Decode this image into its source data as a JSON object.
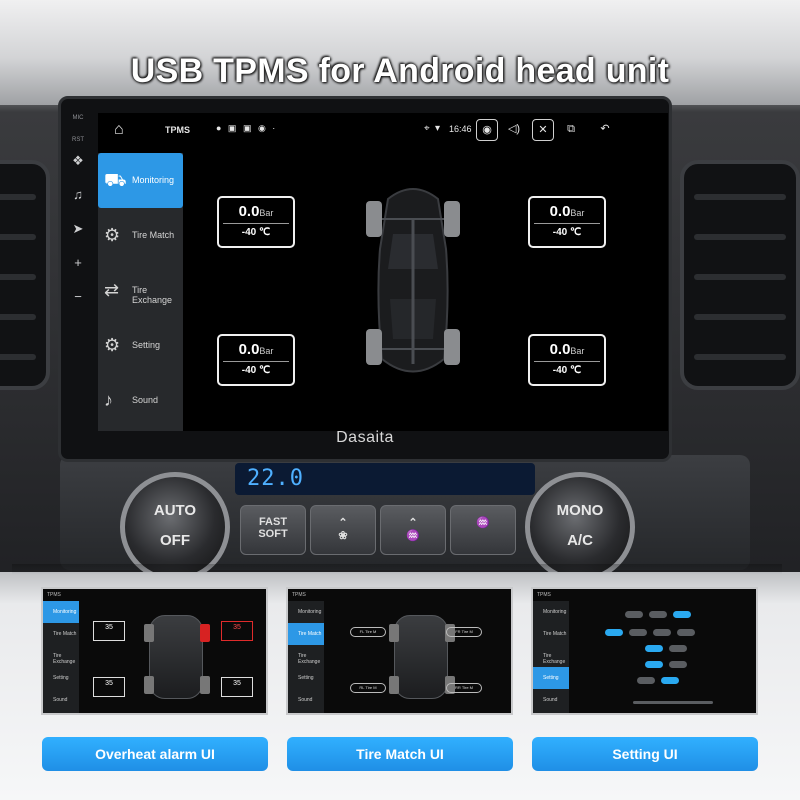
{
  "headline": "USB TPMS for Android head unit",
  "brand": "Dasaita",
  "side_controls": {
    "mic": "MIC",
    "rst": "RST",
    "plus": "+",
    "minus": "−"
  },
  "status_bar": {
    "app_title": "TPMS",
    "time": "16:46",
    "notification_icons": "● ▣ ▣ ◉ ·"
  },
  "menu": [
    {
      "label": "Monitoring",
      "icon": "car-icon",
      "glyph": "⛟",
      "active": true
    },
    {
      "label": "Tire Match",
      "icon": "tire-icon",
      "glyph": "⚙",
      "active": false
    },
    {
      "label": "Tire Exchange",
      "icon": "tire-exchange-icon",
      "glyph": "⇄",
      "active": false
    },
    {
      "label": "Setting",
      "icon": "gear-icon",
      "glyph": "⚙",
      "active": false
    },
    {
      "label": "Sound",
      "icon": "speaker-icon",
      "glyph": "🔈",
      "active": false
    }
  ],
  "tires": {
    "front_left": {
      "pressure": "0.0",
      "unit": "Bar",
      "temperature": "-40 ℃"
    },
    "front_right": {
      "pressure": "0.0",
      "unit": "Bar",
      "temperature": "-40 ℃"
    },
    "rear_left": {
      "pressure": "0.0",
      "unit": "Bar",
      "temperature": "-40 ℃"
    },
    "rear_right": {
      "pressure": "0.0",
      "unit": "Bar",
      "temperature": "-40 ℃"
    }
  },
  "climate": {
    "left_knob_top": "AUTO",
    "left_knob_bottom": "OFF",
    "right_knob_top": "MONO",
    "right_knob_bottom": "A/C",
    "display": "22.0",
    "fast_soft": "FAST\nSOFT"
  },
  "previews": [
    {
      "caption": "Overheat alarm UI",
      "status_title": "TPMS",
      "menu": [
        "Monitoring",
        "Tire Match",
        "Tire Exchange",
        "Setting",
        "Sound"
      ],
      "values": {
        "fl": "35",
        "fr": "35",
        "rl": "35",
        "rr": "35"
      },
      "alarm_color": "#e02b2b"
    },
    {
      "caption": "Tire Match UI",
      "status_title": "TPMS",
      "menu": [
        "Monitoring",
        "Tire Match",
        "Tire Exchange",
        "Setting",
        "Sound"
      ],
      "buttons": {
        "fl": "FL Tire M",
        "fr": "FR Tire M",
        "rl": "RL Tire M",
        "rr": "RR Tire M"
      }
    },
    {
      "caption": "Setting UI",
      "status_title": "TPMS",
      "menu": [
        "Monitoring",
        "Tire Match",
        "Tire Exchange",
        "Setting",
        "Sound"
      ]
    }
  ],
  "colors": {
    "accent": "#2d98e6",
    "caption_bg": "#1f8fe6",
    "alarm": "#e02b2b"
  }
}
